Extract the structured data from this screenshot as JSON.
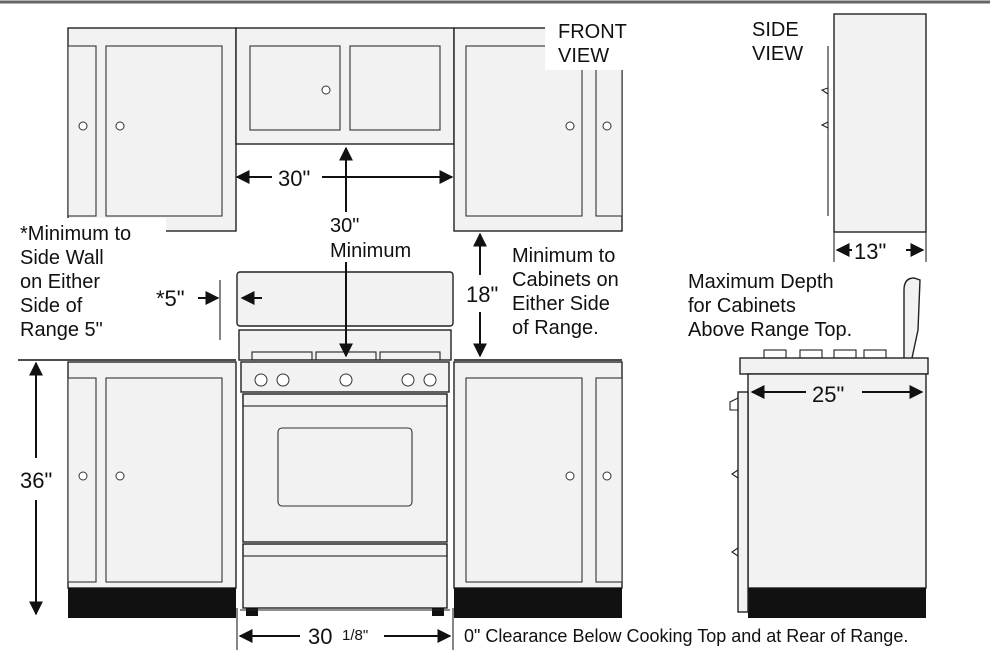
{
  "labels": {
    "front_view": [
      "FRONT",
      "VIEW"
    ],
    "side_view": [
      "SIDE",
      "VIEW"
    ],
    "side_wall_note": [
      "*Minimum to",
      "Side Wall",
      "on Either",
      "Side of",
      "Range 5\""
    ],
    "cabinet_note": [
      "Minimum to",
      "Cabinets on",
      "Either Side",
      "of Range."
    ],
    "depth_note": [
      "Maximum Depth",
      "for Cabinets",
      "Above Range Top."
    ],
    "clearance_note": "0\" Clearance Below Cooking Top and at Rear of Range."
  },
  "dimensions": {
    "hood_width": "30\"",
    "overhead_clearance": [
      "30\"",
      "Minimum"
    ],
    "side_wall_clearance": "*5\"",
    "cabinet_height_above_top": "18\"",
    "counter_height": "36\"",
    "range_width_whole": "30",
    "range_width_fraction": "1/8\"",
    "upper_cabinet_depth": "13\"",
    "counter_depth": "25\""
  },
  "colors": {
    "cabinet_fill": "#f2f2f2",
    "line": "#111111",
    "toe_kick": "#111111"
  }
}
